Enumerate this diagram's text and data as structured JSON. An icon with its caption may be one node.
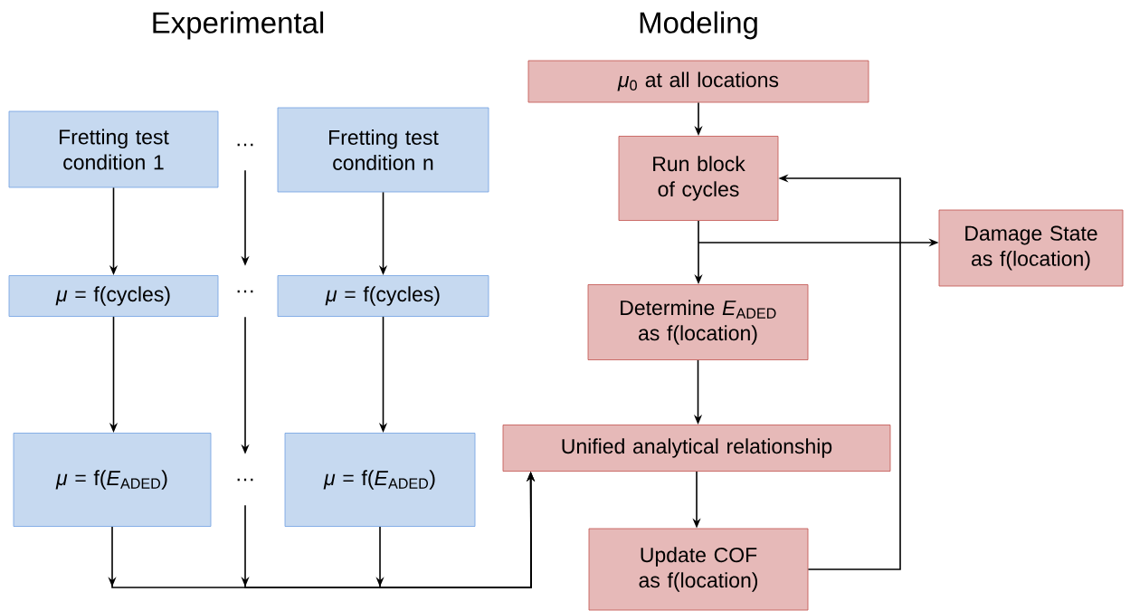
{
  "diagram": {
    "nodes": [
      {
        "text": [
          "Fretting test condition 1"
        ]
      },
      {
        "text": [
          "…"
        ]
      },
      {
        "text": [
          "Fretting test condition n"
        ]
      },
      {
        "text": [
          "*μ* = f(cycles)"
        ]
      },
      {
        "text": [
          "…"
        ]
      },
      {
        "text": [
          "*μ* = f(cycles)"
        ]
      },
      {
        "text": [
          "*μ* = f(*E*$_{ADED}$)"
        ]
      },
      {
        "text": [
          "…"
        ]
      },
      {
        "text": [
          "*μ* = f(*E*$_{ADED}$)"
        ]
      },
      {
        "text": [
          "*μ*$_{0}$ at all locations"
        ]
      },
      {
        "text": [
          "Run block of cycles"
        ]
      },
      {
        "text": [
          "Damage State as f(location)"
        ]
      },
      {
        "text": [
          "Determine *E*$_{ADED}$ as f(location)"
        ]
      },
      {
        "text": [
          "Unified analytical relationship"
        ]
      },
      {
        "text": [
          "Update COF as f(location)"
        ]
      }
    ],
    "edges": [
      {
        "from": 0,
        "to": 3,
        "arrow": "to"
      },
      {
        "from": 1,
        "to": 4,
        "arrow": "to"
      },
      {
        "from": 2,
        "to": 5,
        "arrow": "to"
      },
      {
        "from": 3,
        "to": 6,
        "arrow": "to"
      },
      {
        "from": 4,
        "to": 7,
        "arrow": "to"
      },
      {
        "from": 5,
        "to": 8,
        "arrow": "to"
      },
      {
        "from": 6,
        "to": 13,
        "arrow": "to"
      },
      {
        "from": 7,
        "to": 13,
        "arrow": "to"
      },
      {
        "from": 8,
        "to": 13,
        "arrow": "to"
      },
      {
        "from": 9,
        "to": 10,
        "arrow": "to"
      },
      {
        "from": 10,
        "to": 12,
        "arrow": "to"
      },
      {
        "from": 10,
        "to": 11,
        "arrow": "to"
      },
      {
        "from": 12,
        "to": 13,
        "arrow": "to"
      },
      {
        "from": 13,
        "to": 14,
        "arrow": "to"
      },
      {
        "from": 14,
        "to": 10,
        "arrow": "to"
      }
    ],
    "labels": [
      "Experimental",
      "Modeling"
    ]
  }
}
